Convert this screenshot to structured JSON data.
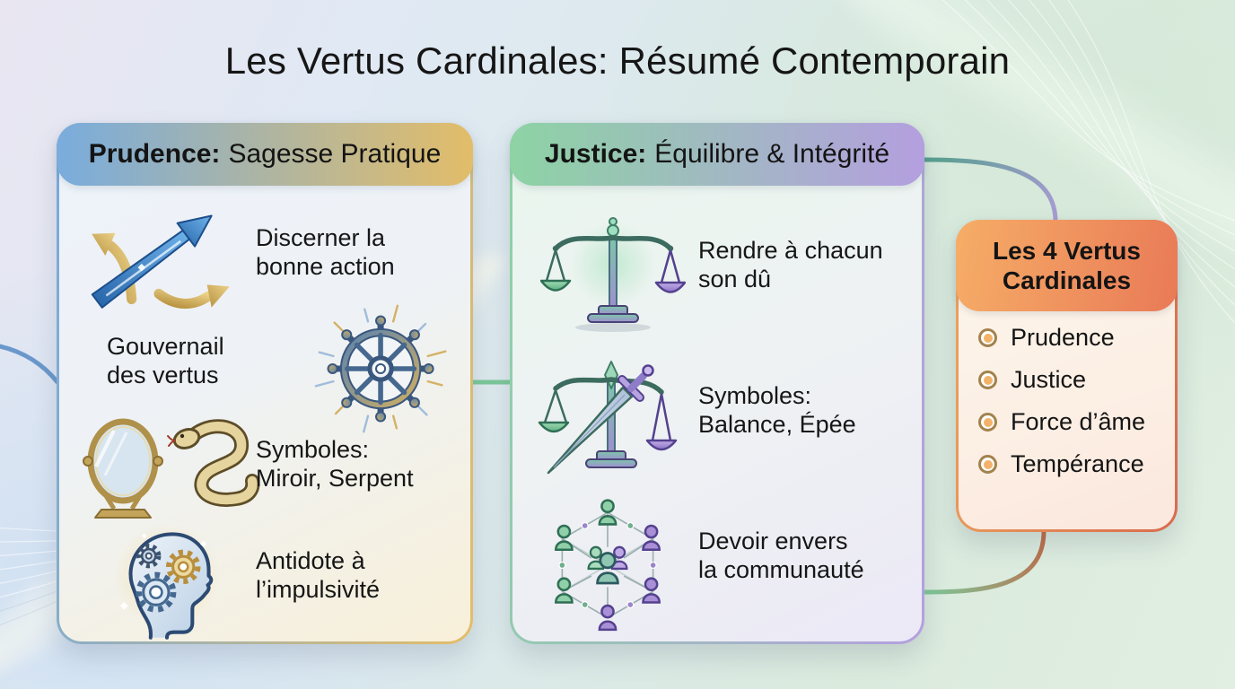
{
  "title": "Les Vertus Cardinales: Résumé Contemporain",
  "panels": {
    "prudence": {
      "header_bold": "Prudence:",
      "header_rest": "Sagesse Pratique",
      "items": [
        {
          "icon": "branching-arrows-icon",
          "text": "Discerner la\nbonne action"
        },
        {
          "icon": "ship-helm-icon",
          "text": "Gouvernail\ndes vertus"
        },
        {
          "icon": "mirror-icon-and-serpent-icon",
          "text": "Symboles:\nMiroir, Serpent"
        },
        {
          "icon": "mind-gears-icon",
          "text": "Antidote à\nl’impulsivité"
        }
      ]
    },
    "justice": {
      "header_bold": "Justice:",
      "header_rest": "Équilibre & Intégrité",
      "items": [
        {
          "icon": "balance-scale-icon",
          "text": "Rendre à chacun\nson dû"
        },
        {
          "icon": "scale-and-sword-icon",
          "text": "Symboles:\nBalance, Épée"
        },
        {
          "icon": "community-network-icon",
          "text": "Devoir envers\nla communauté"
        }
      ]
    },
    "summary": {
      "header": "Les 4 Vertus\nCardinales",
      "items": [
        "Prudence",
        "Justice",
        "Force d’âme",
        "Tempérance"
      ]
    }
  },
  "colors": {
    "prudence_header_start": "#79acdd",
    "prudence_header_end": "#e2bd69",
    "justice_header_start": "#8dd3a4",
    "justice_header_end": "#b49fdf",
    "summary_header_start": "#f6ad67",
    "summary_header_end": "#e97a57",
    "connector_blue": "#6b98cb",
    "connector_green": "#7cc89a",
    "connector_teal": "#55a08c",
    "connector_purple": "#a89bd3",
    "connector_orange": "#bf6a47",
    "bullet_ring": "#a2824d",
    "bullet_fill": "#f2b269"
  }
}
